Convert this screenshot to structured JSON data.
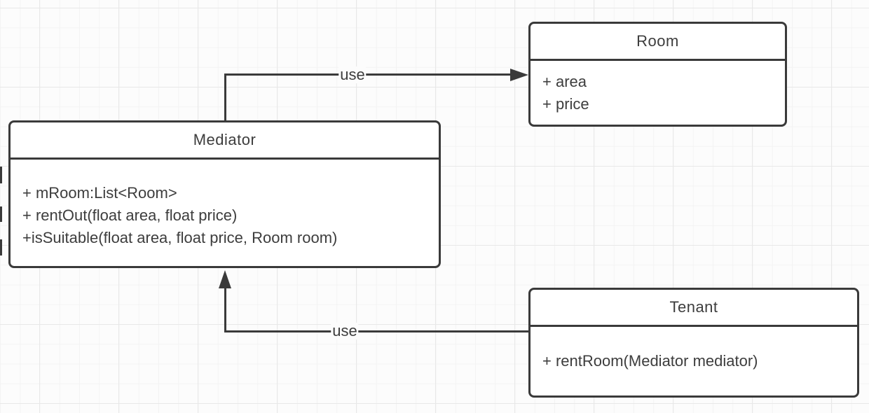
{
  "diagram": {
    "type": "uml-class-diagram",
    "classes": [
      {
        "name": "Room",
        "members": [
          "+ area",
          "+ price"
        ]
      },
      {
        "name": "Mediator",
        "members": [
          "+ mRoom:List<Room>",
          "+ rentOut(float area, float price)",
          "+isSuitable(float area, float price, Room room)"
        ]
      },
      {
        "name": "Tenant",
        "members": [
          "+ rentRoom(Mediator mediator)"
        ]
      }
    ],
    "edges": [
      {
        "label": "use",
        "from": "Mediator",
        "to": "Room"
      },
      {
        "label": "use",
        "from": "Tenant",
        "to": "Mediator"
      }
    ],
    "colors": {
      "stroke": "#3a3a3a",
      "text": "#3d3d3d",
      "box_fill": "#ffffff",
      "canvas_background": "#fcfcfc",
      "grid_minor": "#f3f3f3",
      "grid_major": "#e8e8e8"
    }
  }
}
